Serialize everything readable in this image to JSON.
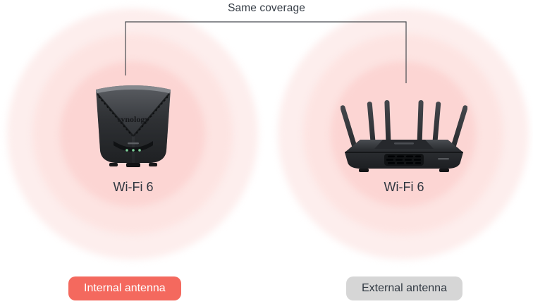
{
  "header": {
    "title": "Same coverage"
  },
  "left": {
    "device": "synology-wrx560-router",
    "logo_text": "synology",
    "label": "Wi-Fi 6",
    "badge": "Internal antenna"
  },
  "right": {
    "device": "synology-rt6600ax-router",
    "label": "Wi-Fi 6",
    "badge": "External antenna"
  },
  "colors": {
    "background": "#ffffff",
    "ring_outer": "#fdeeed",
    "ring_middle": "#fde4e2",
    "ring_inner": "#fcd5d3",
    "bracket_line": "#474b50",
    "text_dark": "#2f363f",
    "title_text": "#353c45",
    "badge_internal_bg": "#f4695e",
    "badge_internal_text": "#ffffff",
    "badge_external_bg": "#d6d6d6",
    "badge_external_text": "#333b44",
    "router_body": "#33363a",
    "led_green": "#7ed09a"
  }
}
